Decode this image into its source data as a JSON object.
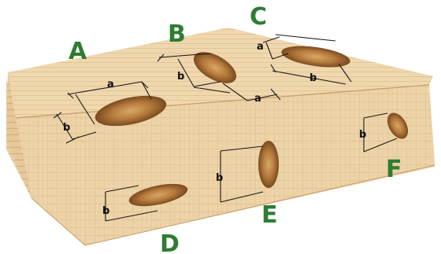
{
  "labels": {
    "A": "A",
    "B": "B",
    "C": "C",
    "D": "D",
    "E": "E",
    "F": "F"
  },
  "dims": {
    "a": "a",
    "b": "b"
  },
  "colors": {
    "label_green": "#2e7d32",
    "wood_light": "#efd6ad",
    "wood_dark": "#c9a26f",
    "knot_outer": "#c28a4a",
    "knot_inner": "#8a5526"
  }
}
